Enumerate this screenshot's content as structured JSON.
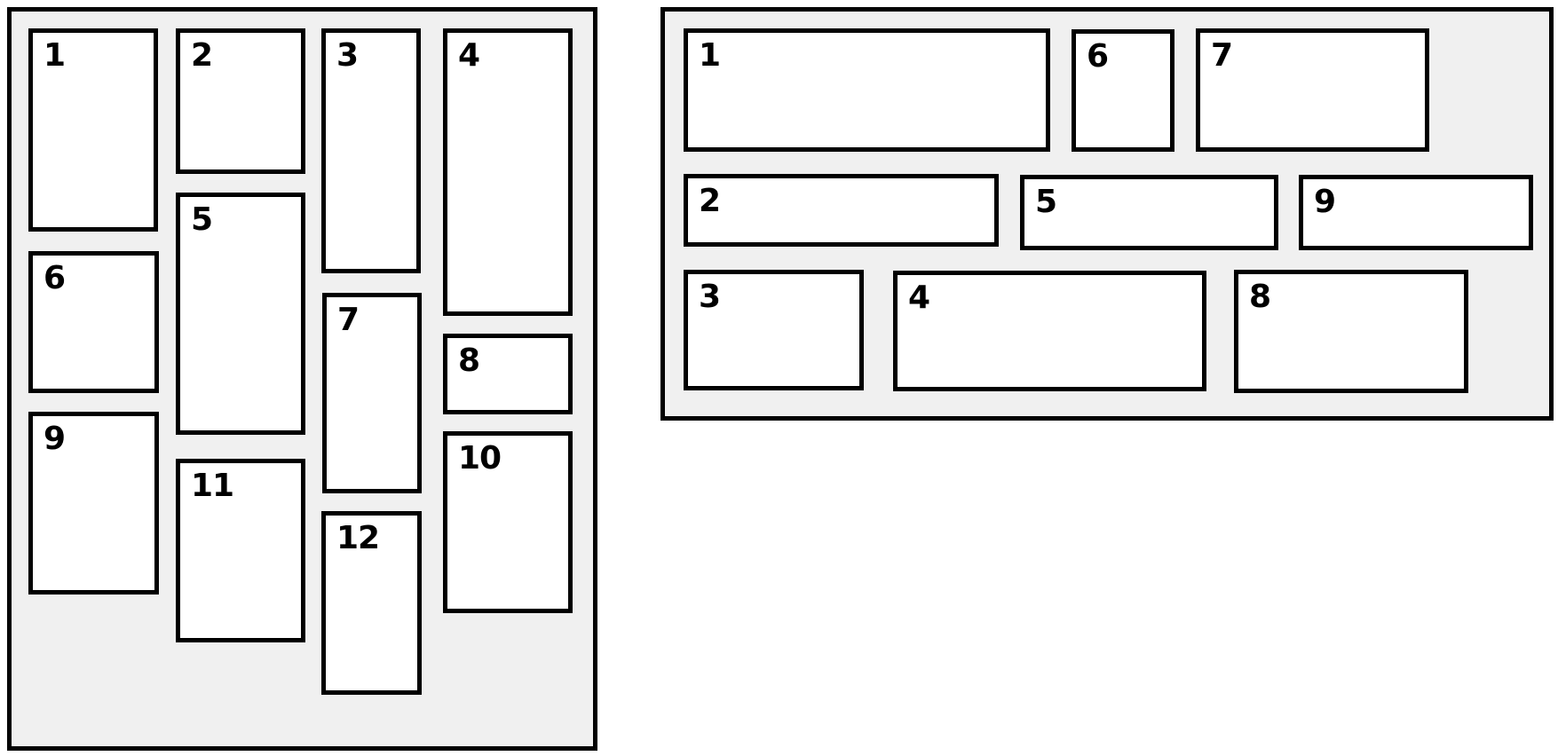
{
  "colors": {
    "panel_background": "#f0f0f0",
    "item_background": "#ffffff",
    "border": "#000000",
    "label": "#000000"
  },
  "left_panel": {
    "items": [
      "1",
      "2",
      "3",
      "4",
      "5",
      "6",
      "7",
      "8",
      "9",
      "10",
      "11",
      "12"
    ]
  },
  "right_panel": {
    "items": [
      "1",
      "2",
      "3",
      "4",
      "5",
      "6",
      "7",
      "8",
      "9"
    ]
  }
}
